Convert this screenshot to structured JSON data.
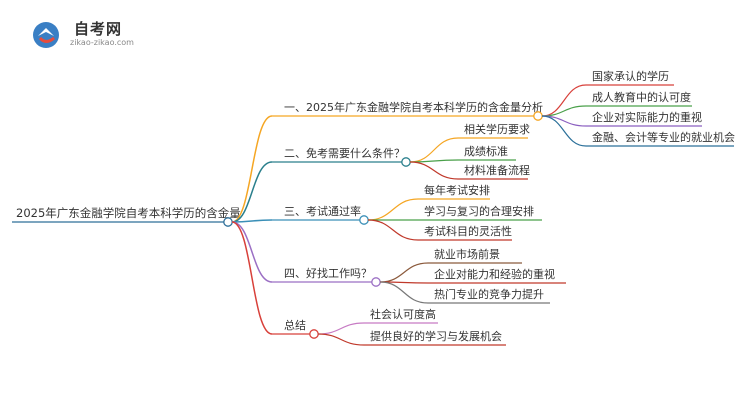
{
  "logo": {
    "title": "自考网",
    "subtitle": "zikao-zikao.com"
  },
  "colors": {
    "root": "#2e6f99",
    "b1": "#f5a623",
    "b2": "#2a7f8c",
    "b3": "#3a8fb7",
    "b4": "#9b6fc4",
    "b5": "#d8403a",
    "leaf_b1": [
      "#d8403a",
      "#4aa04a",
      "#8b5fc0",
      "#2a6f99"
    ],
    "leaf_b2": [
      "#f5a623",
      "#4aa04a",
      "#c0392b"
    ],
    "leaf_b3": [
      "#f5a623",
      "#4aa04a",
      "#c0392b"
    ],
    "leaf_b4": [
      "#8b5a3c",
      "#c0392b",
      "#777777"
    ],
    "leaf_b5": [
      "#c77bc4",
      "#c0392b"
    ]
  },
  "mindmap": {
    "root": "2025年广东金融学院自考本科学历的含金量",
    "branches": [
      {
        "label": "一、2025年广东金融学院自考本科学历的含金量分析",
        "children": [
          "国家承认的学历",
          "成人教育中的认可度",
          "企业对实际能力的重视",
          "金融、会计等专业的就业机会"
        ]
      },
      {
        "label": "二、免考需要什么条件？",
        "children": [
          "相关学历要求",
          "成绩标准",
          "材料准备流程"
        ]
      },
      {
        "label": "三、考试通过率",
        "children": [
          "每年考试安排",
          "学习与复习的合理安排",
          "考试科目的灵活性"
        ]
      },
      {
        "label": "四、好找工作吗？",
        "children": [
          "就业市场前景",
          "企业对能力和经验的重视",
          "热门专业的竞争力提升"
        ]
      },
      {
        "label": "总结",
        "children": [
          "社会认可度高",
          "提供良好的学习与发展机会"
        ]
      }
    ]
  }
}
